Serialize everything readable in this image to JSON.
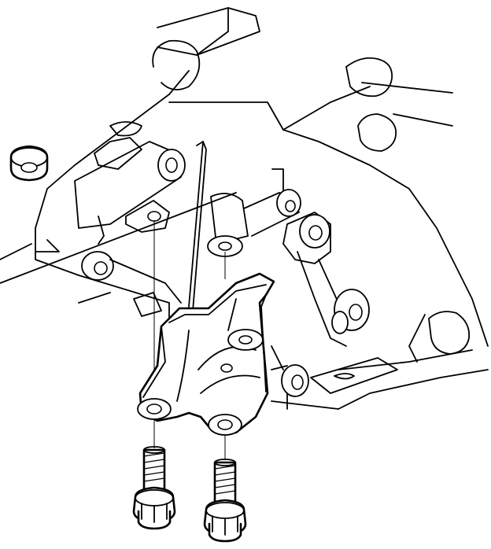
{
  "diagram": {
    "parts": [
      {
        "name": "engine-block"
      },
      {
        "name": "mounting-bracket"
      },
      {
        "name": "flange-bolt"
      },
      {
        "name": "flange-bolt"
      },
      {
        "name": "washer"
      }
    ]
  }
}
